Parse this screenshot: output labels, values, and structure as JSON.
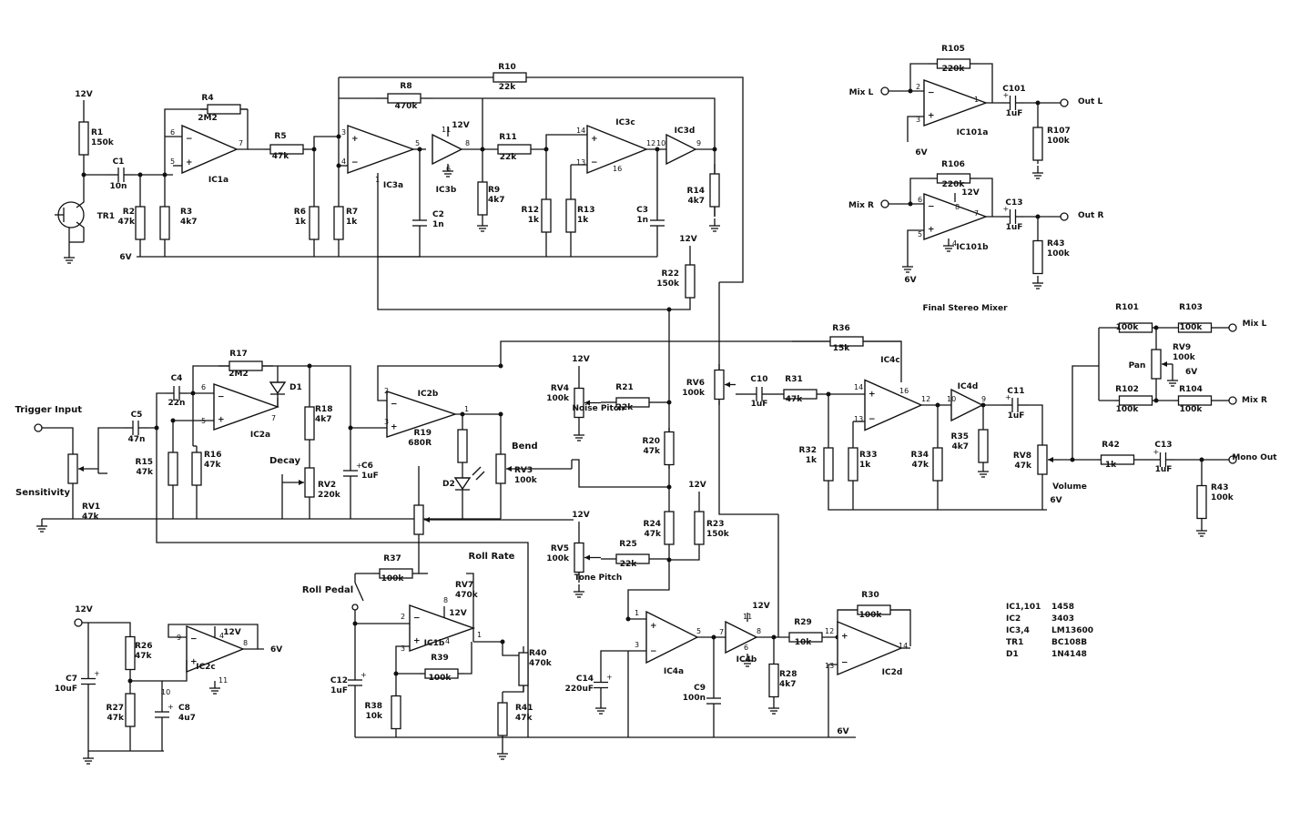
{
  "supply": {
    "pos": "12V",
    "mid": "6V"
  },
  "opamps": {
    "IC1a": "IC1a",
    "IC3a": "IC3a",
    "IC3b": "IC3b",
    "IC3c": "IC3c",
    "IC3d": "IC3d",
    "IC2a": "IC2a",
    "IC2b": "IC2b",
    "IC1b": "IC1b",
    "IC2c": "IC2c",
    "IC4a": "IC4a",
    "IC4b": "IC4b",
    "IC2d": "IC2d",
    "IC4c": "IC4c",
    "IC4d": "IC4d",
    "IC101a": "IC101a",
    "IC101b": "IC101b"
  },
  "resistors": {
    "R1": [
      "R1",
      "150k"
    ],
    "R2": [
      "R2",
      "47k"
    ],
    "R3": [
      "R3",
      "4k7"
    ],
    "R4": [
      "R4",
      "2M2"
    ],
    "R5": [
      "R5",
      "47k"
    ],
    "R6": [
      "R6",
      "1k"
    ],
    "R7": [
      "R7",
      "1k"
    ],
    "R8": [
      "R8",
      "470k"
    ],
    "R9": [
      "R9",
      "4k7"
    ],
    "R10": [
      "R10",
      "22k"
    ],
    "R11": [
      "R11",
      "22k"
    ],
    "R12": [
      "R12",
      "1k"
    ],
    "R13": [
      "R13",
      "1k"
    ],
    "R14": [
      "R14",
      "4k7"
    ],
    "R15": [
      "R15",
      "47k"
    ],
    "R16": [
      "R16",
      "47k"
    ],
    "R17": [
      "R17",
      "2M2"
    ],
    "R18": [
      "R18",
      "4k7"
    ],
    "R19": [
      "R19",
      "680R"
    ],
    "R20": [
      "R20",
      "47k"
    ],
    "R21": [
      "R21",
      "22k"
    ],
    "R22": [
      "R22",
      "150k"
    ],
    "R23": [
      "R23",
      "150k"
    ],
    "R24": [
      "R24",
      "47k"
    ],
    "R25": [
      "R25",
      "22k"
    ],
    "R26": [
      "R26",
      "47k"
    ],
    "R27": [
      "R27",
      "47k"
    ],
    "R28": [
      "R28",
      "4k7"
    ],
    "R29": [
      "R29",
      "10k"
    ],
    "R30": [
      "R30",
      "100k"
    ],
    "R31": [
      "R31",
      "47k"
    ],
    "R32": [
      "R32",
      "1k"
    ],
    "R33": [
      "R33",
      "1k"
    ],
    "R34": [
      "R34",
      "47k"
    ],
    "R35": [
      "R35",
      "4k7"
    ],
    "R36": [
      "R36",
      "15k"
    ],
    "R37": [
      "R37",
      "100k"
    ],
    "R38": [
      "R38",
      "10k"
    ],
    "R39": [
      "R39",
      "100k"
    ],
    "R40": [
      "R40",
      "470k"
    ],
    "R41": [
      "R41",
      "47k"
    ],
    "R42": [
      "R42",
      "1k"
    ],
    "R43a": [
      "R43",
      "100k"
    ],
    "R43b": [
      "R43",
      "100k"
    ],
    "R101": [
      "R101",
      "100k"
    ],
    "R102": [
      "R102",
      "100k"
    ],
    "R103": [
      "R103",
      "100k"
    ],
    "R104": [
      "R104",
      "100k"
    ],
    "R105": [
      "R105",
      "220k"
    ],
    "R106": [
      "R106",
      "220k"
    ],
    "R107": [
      "R107",
      "100k"
    ]
  },
  "capacitors": {
    "C1": [
      "C1",
      "10n"
    ],
    "C2": [
      "C2",
      "1n"
    ],
    "C3": [
      "C3",
      "1n"
    ],
    "C4": [
      "C4",
      "22n"
    ],
    "C5": [
      "C5",
      "47n"
    ],
    "C6": [
      "C6",
      "1uF"
    ],
    "C7": [
      "C7",
      "10uF"
    ],
    "C8": [
      "C8",
      "4u7"
    ],
    "C9": [
      "C9",
      "100n"
    ],
    "C10": [
      "C10",
      "1uF"
    ],
    "C11": [
      "C11",
      "1uF"
    ],
    "C12": [
      "C12",
      "1uF"
    ],
    "C13a": [
      "C13",
      "1uF"
    ],
    "C13b": [
      "C13",
      "1uF"
    ],
    "C14": [
      "C14",
      "220uF"
    ],
    "C101": [
      "C101",
      "1uF"
    ]
  },
  "pots": {
    "RV1": [
      "RV1",
      "47k"
    ],
    "RV2": [
      "RV2",
      "220k"
    ],
    "RV3": [
      "RV3",
      "100k"
    ],
    "RV4": [
      "RV4",
      "100k"
    ],
    "RV5": [
      "RV5",
      "100k"
    ],
    "RV6": [
      "RV6",
      "100k"
    ],
    "RV7": [
      "RV7",
      "470k"
    ],
    "RV8": [
      "RV8",
      "47k"
    ],
    "RV9": [
      "RV9",
      "100k"
    ]
  },
  "controls": {
    "sensitivity": "Sensitivity",
    "decay": "Decay",
    "bend": "Bend",
    "noise_pitch": "Noise Pitch",
    "tone_pitch": "Tone Pitch",
    "roll_rate": "Roll Rate",
    "roll_pedal": "Roll Pedal",
    "volume": "Volume",
    "pan": "Pan"
  },
  "io": {
    "trigger_input": "Trigger Input",
    "mix_l": "Mix L",
    "mix_r": "Mix R",
    "out_l": "Out L",
    "out_r": "Out R",
    "mono_out": "Mono Out"
  },
  "mixer_title": "Final Stereo Mixer",
  "semis": {
    "TR1": "TR1",
    "D1": "D1",
    "D2": "D2"
  },
  "parts_list": [
    [
      "IC1,101",
      "1458"
    ],
    [
      "IC2",
      "3403"
    ],
    [
      "IC3,4",
      "LM13600"
    ],
    [
      "TR1",
      "BC108B"
    ],
    [
      "D1",
      "1N4148"
    ]
  ]
}
